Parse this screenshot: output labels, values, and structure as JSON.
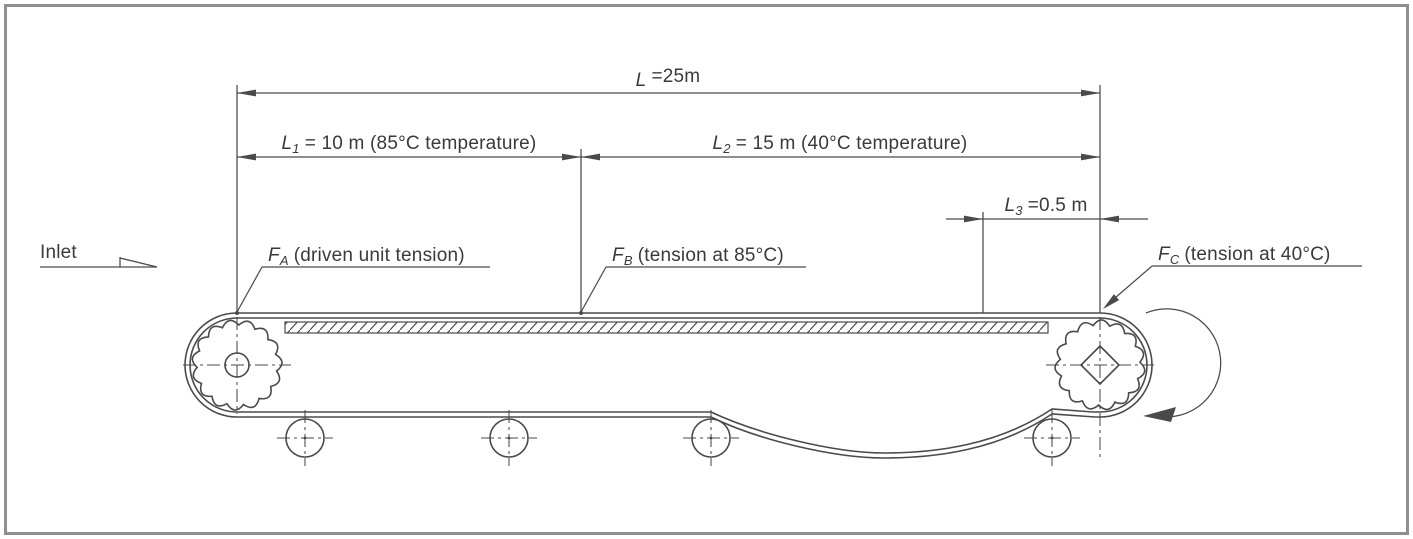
{
  "figure": {
    "inlet": {
      "label": "Inlet"
    },
    "dimensions": {
      "L": {
        "symbol": "L",
        "subscript": "",
        "value": "=25m"
      },
      "L1": {
        "symbol": "L",
        "subscript": "1",
        "value": "= 10 m (85°C temperature)"
      },
      "L2": {
        "symbol": "L",
        "subscript": "2",
        "value": "= 15 m (40°C temperature)"
      },
      "L3": {
        "symbol": "L",
        "subscript": "3",
        "value": "=0.5 m"
      }
    },
    "tensions": {
      "FA": {
        "symbol": "F",
        "subscript": "A",
        "value": "(driven unit tension)"
      },
      "FB": {
        "symbol": "F",
        "subscript": "B",
        "value": "(tension at 85°C)"
      },
      "FC": {
        "symbol": "F",
        "subscript": "C",
        "value": "(tension at 40°C)"
      }
    },
    "colors": {
      "line": "#4a4a4a",
      "text": "#3a3a3a",
      "border": "#8f8f8f",
      "background": "#ffffff"
    }
  }
}
